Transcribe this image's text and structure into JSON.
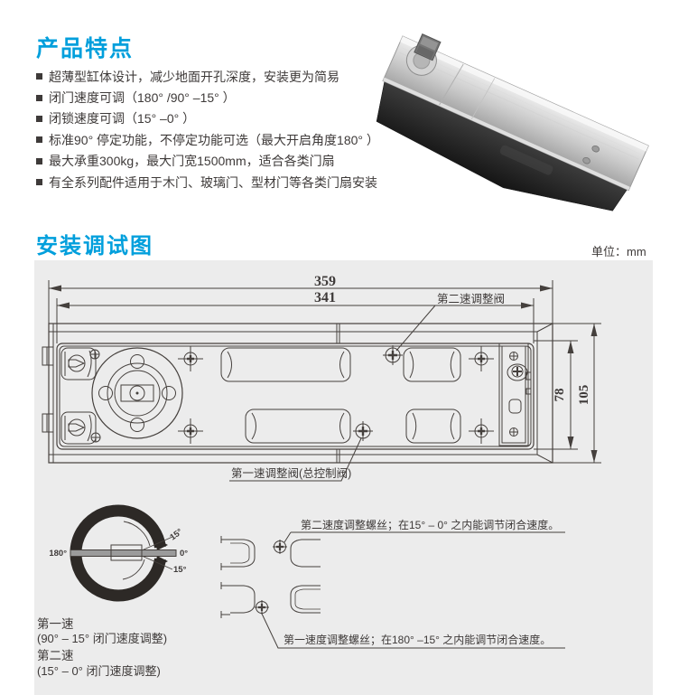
{
  "features": {
    "heading": "产品特点",
    "items": [
      "超薄型缸体设计，减少地面开孔深度，安装更为简易",
      "闭门速度可调（180° /90° –15° ）",
      "闭锁速度可调（15° –0° ）",
      "标准90° 停定功能，不停定功能可选（最大开启角度180° ）",
      "最大承重300kg，最大门宽1500mm，适合各类门扇",
      "有全系列配件适用于木门、玻璃门、型材门等各类门扇安装"
    ]
  },
  "diagram": {
    "heading": "安装调试图",
    "unit_label": "单位：mm",
    "dimensions": {
      "total_length": "359",
      "body_length": "341",
      "body_height": "78",
      "total_height": "105"
    },
    "labels": {
      "second_speed_valve": "第二速调整阀",
      "first_speed_valve": "第一速调整阀(总控制阀)"
    },
    "angle_diagram": {
      "left_angle": "180°",
      "right_angle": "0°",
      "upper_angle": "15°",
      "lower_angle": "15°",
      "first_speed_title": "第一速",
      "first_speed_range": "(90° – 15° 闭门速度调整)",
      "second_speed_title": "第二速",
      "second_speed_range": "(15° – 0° 闭门速度调整)"
    },
    "screw_notes": {
      "second": "第二速度调整螺丝；在15° – 0° 之内能调节闭合速度。",
      "first": "第一速度调整螺丝；在180° –15° 之内能调节闭合速度。"
    }
  },
  "colors": {
    "accent_blue": "#009fdc",
    "panel_gray": "#ececec",
    "line_dark": "#45403d",
    "text_dark": "#3e3a39",
    "ring_black": "#2d2926"
  }
}
